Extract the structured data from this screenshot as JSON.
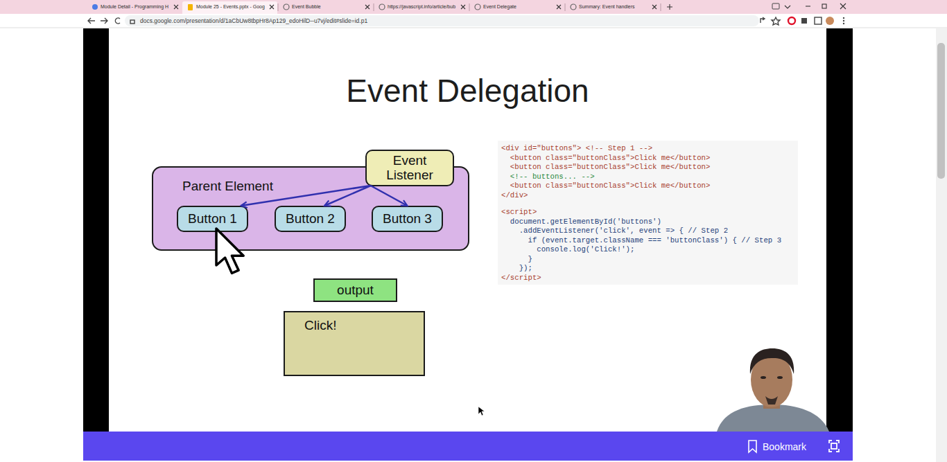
{
  "diagram": {
    "title": "Event Delegation",
    "nodes": [
      {
        "text": [
          "Parent Element"
        ]
      },
      {
        "text": [
          "Button 1"
        ],
        "in": 0
      },
      {
        "text": [
          "Button 2"
        ],
        "in": 0
      },
      {
        "text": [
          "Button 3"
        ],
        "in": 0
      },
      {
        "text": [
          "Event Listener"
        ]
      },
      {
        "text": [
          "output"
        ]
      },
      {
        "text": [
          "Click!"
        ]
      }
    ],
    "edges": [
      {
        "from": 4,
        "to": 1,
        "arrow": "to"
      },
      {
        "from": 4,
        "to": 2,
        "arrow": "to"
      },
      {
        "from": 4,
        "to": 3,
        "arrow": "to"
      }
    ],
    "labels": [
      "Module Detail - Programming H",
      "Module 25 - Events.pptx - Goog",
      "Event Bubble",
      "https://javascript.info/article/bub",
      "Event Delegate",
      "Summary: Event handlers",
      "docs.google.com/presentation/d/1aCbUw8tbpHr8Ap129_edoHilD--u7vj/edit#slide=id.p1",
      "<div id=\"buttons\"> <!-- Step 1 -->",
      "<button class=\"buttonClass\">Click me</button>",
      "<button class=\"buttonClass\">Click me</button>",
      "<!-- buttons... -->",
      "<button class=\"buttonClass\">Click me</button>",
      "</div>",
      "<script>",
      "document.getElementById('buttons')",
      ".addEventListener('click', event => { // Step 2",
      "if (event.target.className === 'buttonClass') { // Step 3",
      "console.log('Click!');",
      "}",
      "});",
      "</script>",
      "Bookmark"
    ]
  }
}
